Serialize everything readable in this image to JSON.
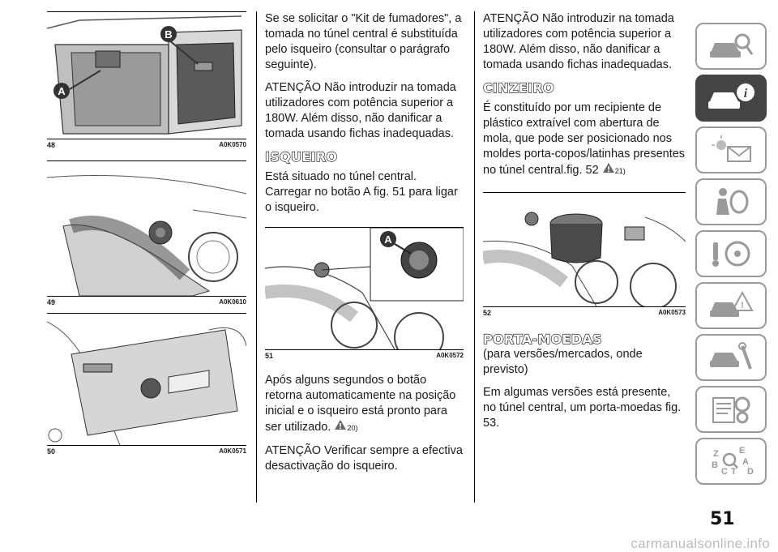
{
  "figures": {
    "f48": {
      "number": "48",
      "code": "A0K0570",
      "label_a": "A",
      "label_b": "B"
    },
    "f49": {
      "number": "49",
      "code": "A0K0610"
    },
    "f50": {
      "number": "50",
      "code": "A0K0571"
    },
    "f51": {
      "number": "51",
      "code": "A0K0572",
      "label_a": "A"
    },
    "f52": {
      "number": "52",
      "code": "A0K0573"
    }
  },
  "col2": {
    "p1": "Se se solicitar o \"Kit de fumadores\", a tomada no túnel central é substituída pelo isqueiro (consultar o parágrafo seguinte).",
    "p2": "ATENÇÃO Não introduzir na tomada utilizadores com potência superior a 180W. Além disso, não danificar a tomada usando fichas inadequadas.",
    "h_isqueiro": "ISQUEIRO",
    "p3": "Está situado no túnel central. Carregar no botão A fig. 51 para ligar o isqueiro.",
    "p4": "Após alguns segundos o botão retorna automaticamente na posição inicial e o isqueiro está pronto para ser utilizado.",
    "p4_ref": "20)",
    "p5": "ATENÇÃO Verificar sempre a efectiva desactivação do isqueiro."
  },
  "col3": {
    "p1": "ATENÇÃO Não introduzir na tomada utilizadores com potência superior a 180W. Além disso, não danificar a tomada usando fichas inadequadas.",
    "h_cinzeiro": "CINZEIRO",
    "p2": "É constituído por um recipiente de plástico extraível com abertura de mola, que pode ser posicionado nos moldes porta-copos/latinhas presentes no túnel central.fig. 52",
    "p2_ref": "21)",
    "h_porta": "PORTA-MOEDAS",
    "porta_sub": "(para versões/mercados, onde previsto)",
    "p3": "Em algumas versões está presente, no túnel central, um porta-moedas fig. 53."
  },
  "sidebar": {
    "tabs": [
      "car-search-icon",
      "car-info-icon",
      "warning-lights-icon",
      "airbag-person-icon",
      "steering-key-icon",
      "road-hazard-icon",
      "car-tools-icon",
      "specs-gear-icon",
      "alphabet-index-icon"
    ],
    "active_index": 1
  },
  "page_number": "51",
  "watermark": "carmanualsonline.info"
}
